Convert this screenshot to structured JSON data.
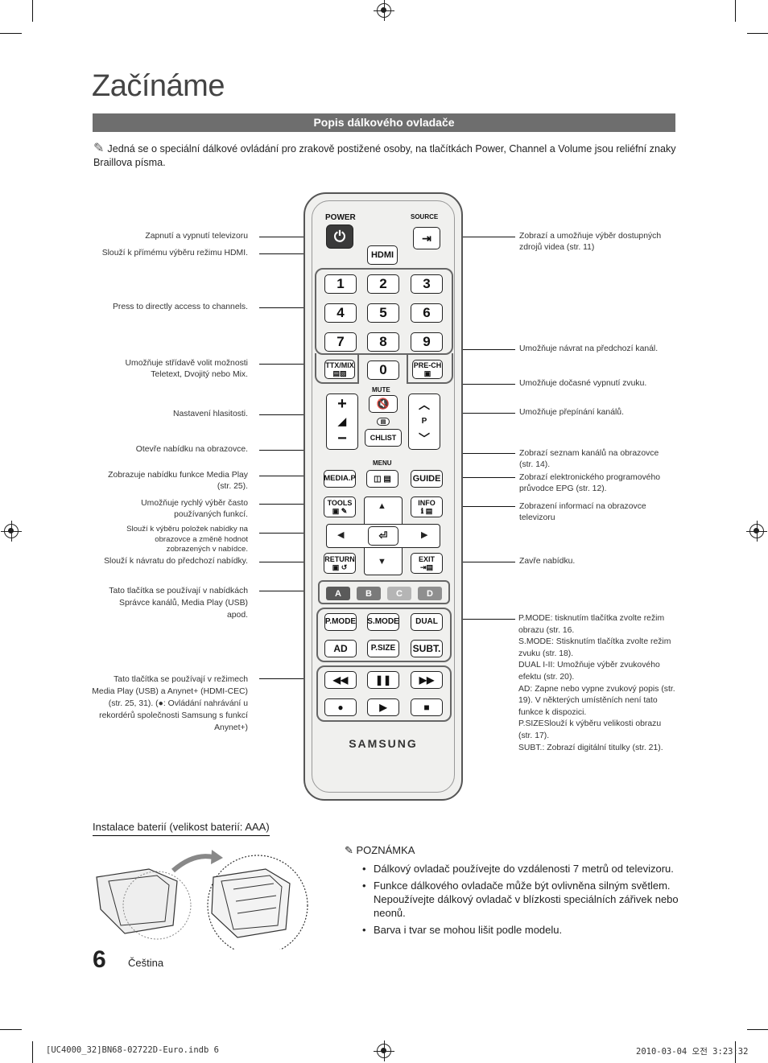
{
  "page": {
    "title": "Začínáme",
    "section": "Popis dálkového ovladače",
    "intro": "Jedná se o speciální dálkové ovládání pro zrakově postižené osoby, na tlačítkách Power, Channel a Volume jsou reliéfní znaky Braillova písma.",
    "page_number": "6",
    "language": "Čeština"
  },
  "left_labels": [
    "Zapnutí a vypnutí televizoru",
    "Slouží k přímému výběru režimu HDMI.",
    "Press to directly access to channels.",
    "Umožňuje střídavě volit možnosti Teletext, Dvojitý nebo Mix.",
    "Nastavení hlasitosti.",
    "Otevře nabídku na obrazovce.",
    "Zobrazuje nabídku funkce Media Play (str. 25).",
    "Umožňuje rychlý výběr často používaných funkcí.",
    "Slouží k výběru položek nabídky na obrazovce a změně hodnot zobrazených v nabídce.",
    "Slouží k návratu do předchozí nabídky.",
    "Tato tlačítka se používají v nabídkách Správce kanálů, Media Play (USB) apod.",
    "Tato tlačítka se používají v režimech Media Play (USB) a Anynet+ (HDMI-CEC) (str. 25, 31). (●: Ovládání nahrávání u rekordérů společnosti Samsung s funkcí Anynet+)"
  ],
  "right_labels": [
    "Zobrazí a umožňuje výběr dostupných zdrojů videa (str. 11)",
    "Umožňuje návrat na předchozí kanál.",
    "Umožňuje dočasné vypnutí zvuku.",
    "Umožňuje přepínání kanálů.",
    "Zobrazí seznam kanálů na obrazovce (str. 14).",
    "Zobrazí elektronického programového průvodce EPG (str. 12).",
    "Zobrazení informací na obrazovce televizoru",
    "Zavře nabídku.",
    "P.MODE: tisknutím tlačítka zvolte režim obrazu (str. 16.",
    "S.MODE: Stisknutím tlačítka zvolte režim zvuku (str. 18).",
    "DUAL I-II: Umožňuje výběr zvukového efektu (str. 20).",
    "AD: Zapne nebo vypne zvukový popis (str. 19). V některých umístěních není tato funkce k dispozici.",
    "P.SIZESlouží k výběru velikosti obrazu (str. 17).",
    "SUBT.: Zobrazí digitální titulky (str. 21)."
  ],
  "remote": {
    "power": "POWER",
    "source": "SOURCE",
    "hdmi": "HDMI",
    "numbers": [
      "1",
      "2",
      "3",
      "4",
      "5",
      "6",
      "7",
      "8",
      "9",
      "0"
    ],
    "ttx": "TTX/MIX",
    "prech": "PRE-CH",
    "mute": "MUTE",
    "chlist": "CHLIST",
    "menu": "MENU",
    "mediap": "MEDIA.P",
    "guide": "GUIDE",
    "tools": "TOOLS",
    "info": "INFO",
    "return": "RETURN",
    "exit": "EXIT",
    "colors": [
      {
        "key": "A",
        "color": "#5a5a5a"
      },
      {
        "key": "B",
        "color": "#7a7a7a"
      },
      {
        "key": "C",
        "color": "#b5b5b5"
      },
      {
        "key": "D",
        "color": "#8f8f8f"
      }
    ],
    "row1": [
      "P.MODE",
      "S.MODE",
      "DUAL"
    ],
    "row2": [
      "AD",
      "P.SIZE",
      "SUBT."
    ],
    "brand": "SAMSUNG",
    "p_label": "P"
  },
  "battery": {
    "heading": "Instalace baterií (velikost baterií: AAA)"
  },
  "note": {
    "title": "POZNÁMKA",
    "items": [
      "Dálkový ovladač používejte do vzdálenosti 7 metrů od televizoru.",
      "Funkce dálkového ovladače může být ovlivněna silným světlem. Nepoužívejte dálkový ovladač v blízkosti speciálních zářivek nebo neonů.",
      "Barva i tvar se mohou lišit podle modelu."
    ]
  },
  "footer": {
    "left": "[UC4000_32]BN68-02722D-Euro.indb   6",
    "right": "2010-03-04   오전 3:23:32"
  }
}
